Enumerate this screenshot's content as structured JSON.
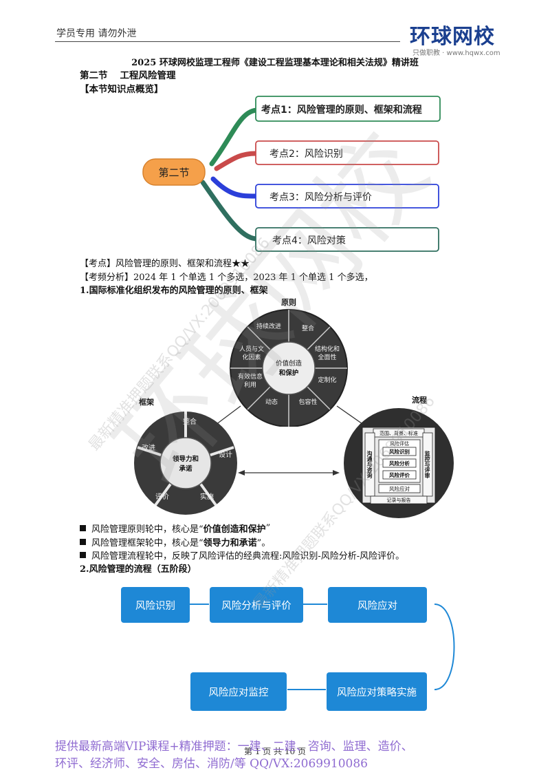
{
  "header": {
    "left_text": "学员专用  请勿外泄",
    "logo_text": "环球网校",
    "logo_sub": "只做职教 · www.hqwx.com"
  },
  "doc": {
    "title": "2025 环球网校监理工程师《建设工程监理基本理论和相关法规》精讲班",
    "section_num": "第二节",
    "section_name": "工程风险管理",
    "overview_label": "【本节知识点概览】"
  },
  "mindmap": {
    "center": "第二节",
    "nodes": [
      {
        "label": "考点1：风险管理的原则、框架和流程",
        "color": "#2e8b57"
      },
      {
        "label": "考点2：风险识别",
        "color": "#c94a4a"
      },
      {
        "label": "考点3：风险分析与评价",
        "color": "#2b3fd9"
      },
      {
        "label": "考点4：风险对策",
        "color": "#2f6f5f"
      }
    ]
  },
  "content": {
    "kaodian": "【考点】风险管理的原则、框架和流程★★",
    "kaopin": "【考频分析】2024 年 1 个单选 1 个多选，2023 年 1 个单选 1 个多选，",
    "h1": "1.国际标准化组织发布的风险管理的原则、框架",
    "bullets": [
      {
        "pre": "风险管理原则轮中，核心是“",
        "bold": "价值创造和保护",
        "post": "”"
      },
      {
        "pre": "风险管理框架轮中，核心是“",
        "bold": "领导力和承诺",
        "post": "”。"
      },
      {
        "pre": "风险管理流程轮中，反映了风险评估的经典流程:风险识别-风险分析-风险评价。",
        "bold": "",
        "post": ""
      }
    ],
    "h2": "2.风险管理的流程（五阶段）"
  },
  "principles_wheel": {
    "title": "原则",
    "center": "价值创造\n和保护",
    "segments": [
      "持续改进",
      "整合",
      "结构化和\n全面性",
      "定制化",
      "包容性",
      "动态",
      "有效信息\n利用",
      "人员与文\n化因素"
    ]
  },
  "framework_wheel": {
    "title": "框架",
    "center": "领导力和\n承诺",
    "segments": [
      "整合",
      "设计",
      "实施",
      "评价",
      "改进"
    ]
  },
  "process_wheel": {
    "title": "流程",
    "top": "范围、背景、标准",
    "assess": "风险评估",
    "steps": [
      "风险识别",
      "风险分析",
      "风险评价"
    ],
    "respond": "风险应对",
    "left": "沟通与咨询",
    "right": "监控与评审",
    "bottom": "记录与报告"
  },
  "flow": {
    "steps": [
      "风险识别",
      "风险分析与评价",
      "风险应对",
      "风险应对策略实施",
      "风险应对监控"
    ]
  },
  "page": {
    "label": "第 1 页 共 10 页"
  },
  "footer": {
    "line1": "提供最新高端VIP课程+精准押题：一建、二建、咨询、监理、造价、",
    "line2": "环评、经济师、安全、房估、消防/等    QQ/VX:2069910086"
  },
  "watermark": {
    "big": "环球网校",
    "small": "最新精准押题联系QQ/VX:2069910086"
  }
}
